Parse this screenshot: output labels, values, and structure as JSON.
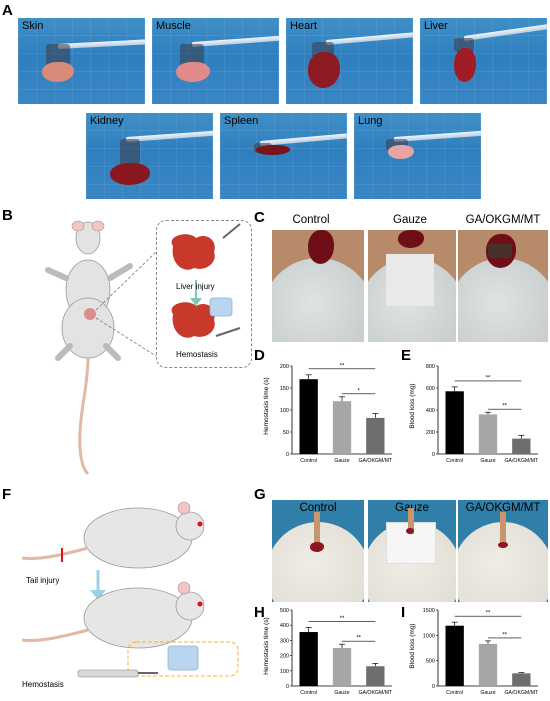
{
  "panels": {
    "A": "A",
    "B": "B",
    "C": "C",
    "D": "D",
    "E": "E",
    "F": "F",
    "G": "G",
    "H": "H",
    "I": "I"
  },
  "tissues": [
    "Skin",
    "Muscle",
    "Heart",
    "Liver",
    "Kidney",
    "Spleen",
    "Lung"
  ],
  "liver_model": {
    "injury_label": "Liver injury",
    "hemostasis_label": "Hemostasis"
  },
  "tail_model": {
    "injury_label": "Tail injury",
    "hemostasis_label": "Hemostasis"
  },
  "groups_photo": [
    "Control",
    "Gauze",
    "GA/OKGM/MT"
  ],
  "colors": {
    "control": "#000000",
    "gauze": "#a6a6a6",
    "gel": "#6e6e6e",
    "water": "#2f7fbf",
    "blood": "#9b1620"
  },
  "chart_data": [
    {
      "id": "D",
      "type": "bar",
      "categories": [
        "Control",
        "Gauze",
        "GA/OKGM/MT"
      ],
      "values": [
        170,
        120,
        82
      ],
      "errors": [
        10,
        10,
        10
      ],
      "ylabel": "Hemostasis time (s)",
      "ylim": [
        0,
        200
      ],
      "yticks": [
        0,
        50,
        100,
        150,
        200
      ],
      "significance": [
        "**",
        "*"
      ]
    },
    {
      "id": "E",
      "type": "bar",
      "categories": [
        "Control",
        "Gauze",
        "GA/OKGM/MT"
      ],
      "values": [
        570,
        360,
        140
      ],
      "errors": [
        40,
        20,
        30
      ],
      "ylabel": "Blood loss (mg)",
      "ylim": [
        0,
        800
      ],
      "yticks": [
        0,
        200,
        400,
        600,
        800
      ],
      "significance": [
        "**",
        "**"
      ]
    },
    {
      "id": "H",
      "type": "bar",
      "categories": [
        "Control",
        "Gauze",
        "GA/OKGM/MT"
      ],
      "values": [
        355,
        250,
        130
      ],
      "errors": [
        30,
        25,
        18
      ],
      "ylabel": "Hemostasis time (s)",
      "ylim": [
        0,
        500
      ],
      "yticks": [
        0,
        100,
        200,
        300,
        400,
        500
      ],
      "significance": [
        "**",
        "**"
      ]
    },
    {
      "id": "I",
      "type": "bar",
      "categories": [
        "Control",
        "Gauze",
        "GA/OKGM/MT"
      ],
      "values": [
        1190,
        830,
        250
      ],
      "errors": [
        70,
        60,
        15
      ],
      "ylabel": "Blood loss (mg)",
      "ylim": [
        0,
        1500
      ],
      "yticks": [
        0,
        500,
        1000,
        1500
      ],
      "significance": [
        "**",
        "**"
      ]
    }
  ]
}
